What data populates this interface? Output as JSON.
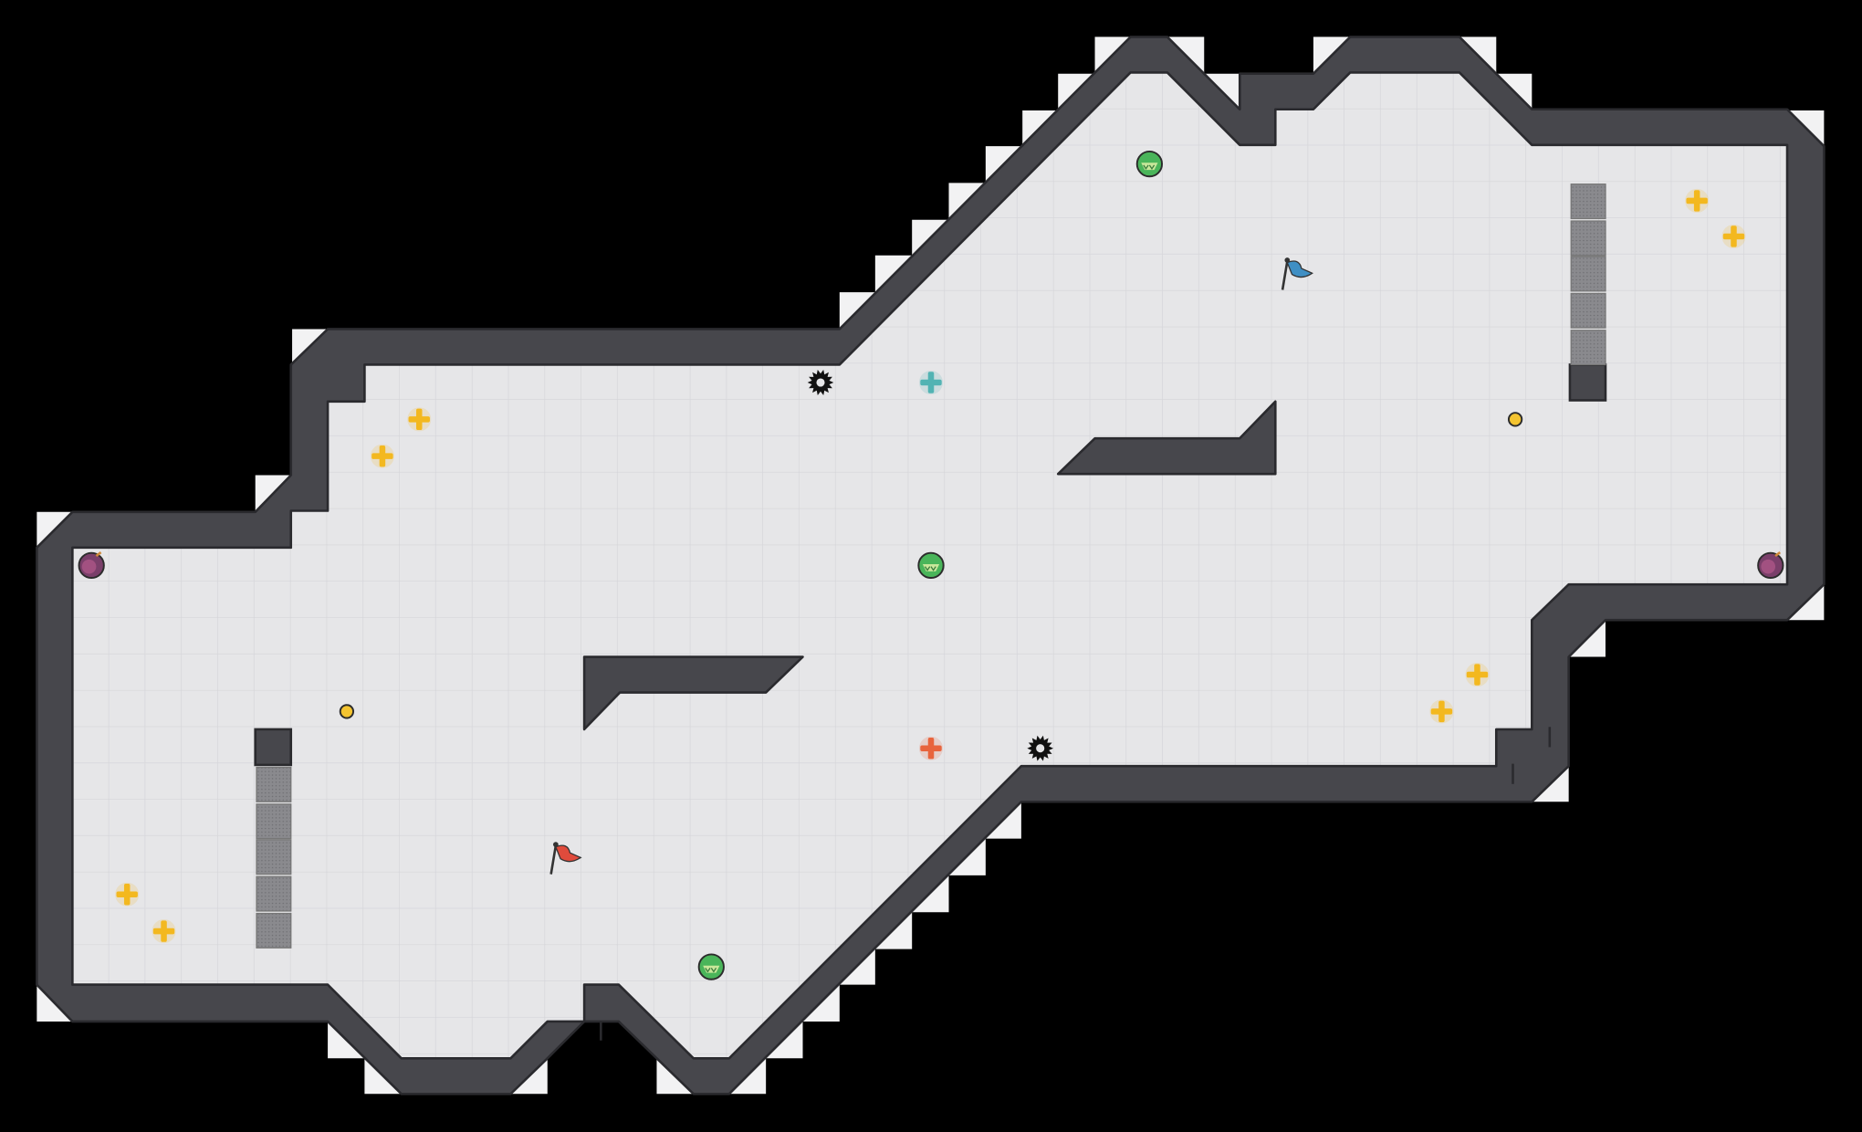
{
  "map": {
    "name": "",
    "colors": {
      "background": "#000000",
      "floor": "#e6e6e8",
      "grid_line": "#d5d5d9",
      "wall": "#47474c",
      "wall_outline": "#2a2a2e",
      "chip": "#f2f2f3",
      "gate": "#8a8a8e",
      "red_team": "#e04b3c",
      "blue_team": "#3f8fc4",
      "powerup": "#f3b81f",
      "bomb": "#7a3f6a",
      "boost_green": "#4ab55a",
      "red_spawn": "#e8643d",
      "blue_spawn": "#52b3b3"
    },
    "objects": [
      {
        "kind": "flag",
        "team": "red",
        "name": "red-flag-icon"
      },
      {
        "kind": "flag",
        "team": "blue",
        "name": "blue-flag-icon"
      },
      {
        "kind": "powerup",
        "name": "powerup-icon"
      },
      {
        "kind": "powerup",
        "name": "powerup-icon"
      },
      {
        "kind": "powerup",
        "name": "powerup-icon"
      },
      {
        "kind": "powerup",
        "name": "powerup-icon"
      },
      {
        "kind": "powerup",
        "name": "powerup-icon"
      },
      {
        "kind": "powerup",
        "name": "powerup-icon"
      },
      {
        "kind": "powerup",
        "name": "powerup-icon"
      },
      {
        "kind": "powerup",
        "name": "powerup-icon"
      },
      {
        "kind": "spawn",
        "team": "red",
        "name": "red-spawn-icon"
      },
      {
        "kind": "spawn",
        "team": "blue",
        "name": "blue-spawn-icon"
      },
      {
        "kind": "boost",
        "name": "boost-icon"
      },
      {
        "kind": "boost",
        "name": "boost-icon"
      },
      {
        "kind": "boost",
        "name": "boost-icon"
      },
      {
        "kind": "bomb",
        "name": "bomb-icon"
      },
      {
        "kind": "bomb",
        "name": "bomb-icon"
      },
      {
        "kind": "spike",
        "name": "spike-icon"
      },
      {
        "kind": "spike",
        "name": "spike-icon"
      },
      {
        "kind": "button",
        "name": "button-icon"
      },
      {
        "kind": "button",
        "name": "button-icon"
      }
    ]
  }
}
